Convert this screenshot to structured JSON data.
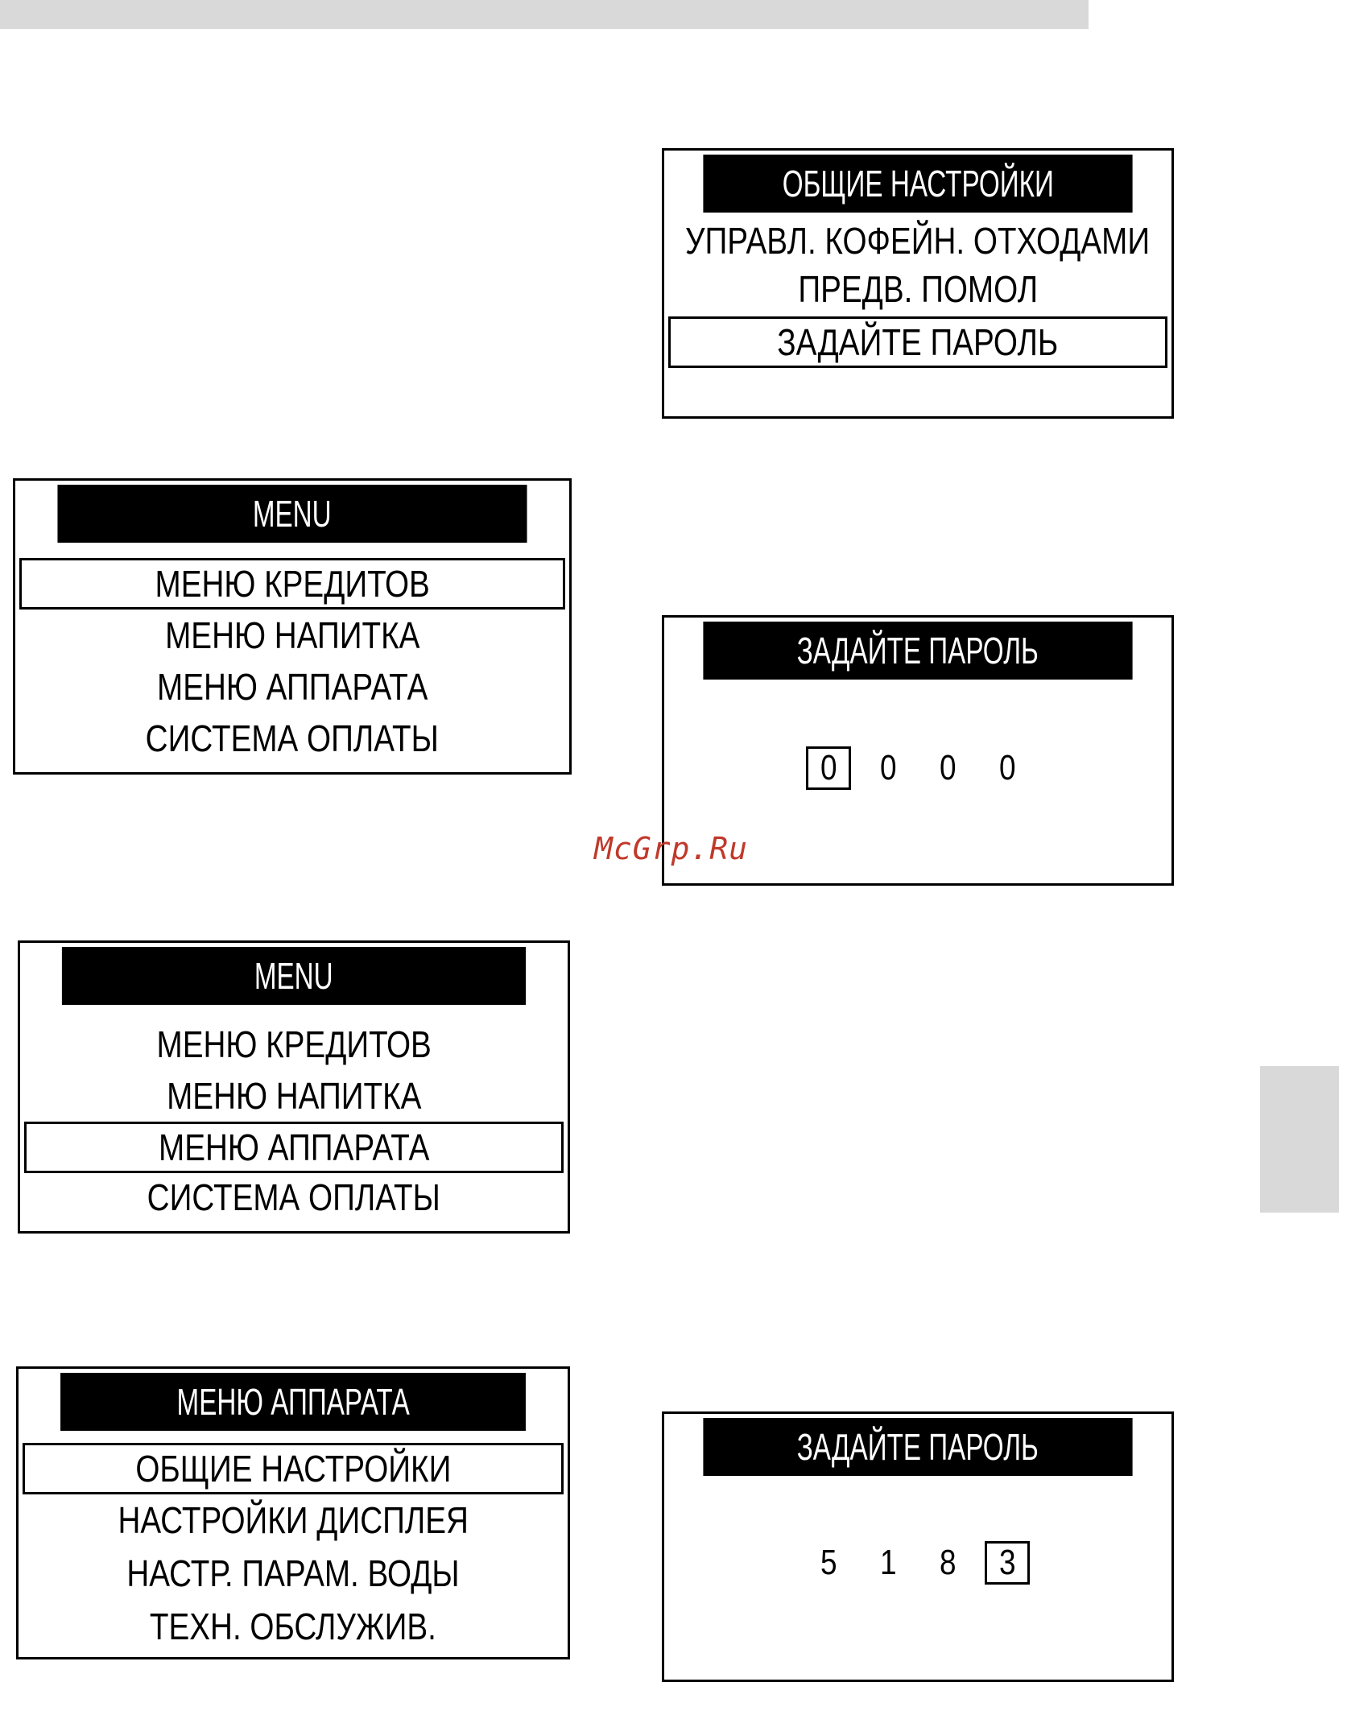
{
  "screens": {
    "general_settings": {
      "title": "ОБЩИЕ НАСТРОЙКИ",
      "items": [
        "УПРАВЛ. КОФЕЙН. ОТХОДАМИ",
        "ПРЕДВ. ПОМОЛ",
        "ЗАДАЙТЕ ПАРОЛЬ"
      ],
      "selected_index": 2
    },
    "menu_1": {
      "title": "MENU",
      "items": [
        "МЕНЮ КРЕДИТОВ",
        "МЕНЮ НАПИТКА",
        "МЕНЮ АППАРАТА",
        "СИСТЕМА ОПЛАТЫ"
      ],
      "selected_index": 0
    },
    "password_1": {
      "title": "ЗАДАЙТЕ ПАРОЛЬ",
      "digits": [
        "0",
        "0",
        "0",
        "0"
      ],
      "selected_index": 0
    },
    "menu_2": {
      "title": "MENU",
      "items": [
        "МЕНЮ КРЕДИТОВ",
        "МЕНЮ НАПИТКА",
        "МЕНЮ АППАРАТА",
        "СИСТЕМА ОПЛАТЫ"
      ],
      "selected_index": 2
    },
    "machine_menu": {
      "title": "МЕНЮ АППАРАТА",
      "items": [
        "ОБЩИЕ НАСТРОЙКИ",
        "НАСТРОЙКИ ДИСПЛЕЯ",
        "НАСТР. ПАРАМ. ВОДЫ",
        "ТЕХН. ОБСЛУЖИВ."
      ],
      "selected_index": 0
    },
    "password_2": {
      "title": "ЗАДАЙТЕ ПАРОЛЬ",
      "digits": [
        "5",
        "1",
        "8",
        "3"
      ],
      "selected_index": 3
    }
  },
  "watermark": "McGrp.Ru"
}
